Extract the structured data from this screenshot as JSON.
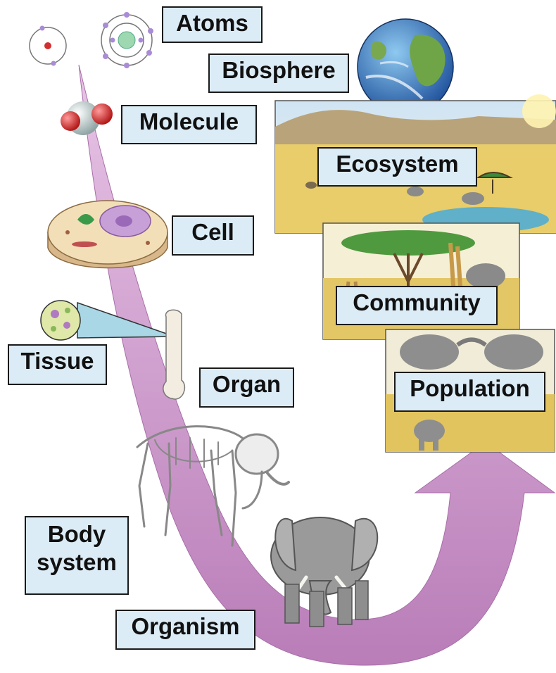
{
  "title": "",
  "levels": [
    {
      "key": "atoms",
      "label": "Atoms"
    },
    {
      "key": "molecule",
      "label": "Molecule"
    },
    {
      "key": "cell",
      "label": "Cell"
    },
    {
      "key": "tissue",
      "label": "Tissue"
    },
    {
      "key": "organ",
      "label": "Organ"
    },
    {
      "key": "body_system",
      "label": "Body\nsystem"
    },
    {
      "key": "organism",
      "label": "Organism"
    },
    {
      "key": "population",
      "label": "Population"
    },
    {
      "key": "community",
      "label": "Community"
    },
    {
      "key": "ecosystem",
      "label": "Ecosystem"
    },
    {
      "key": "biosphere",
      "label": "Biosphere"
    }
  ],
  "colors": {
    "arrow": "#c993c6",
    "label_fill": "#dcecf6",
    "label_border": "#1a1a1a"
  },
  "icons": [
    "atom-icon",
    "molecule-icon",
    "cell-icon",
    "tissue-icon",
    "bone-icon",
    "skeleton-icon",
    "elephant-icon",
    "elephant-herd-icon",
    "savanna-icon",
    "earth-icon"
  ]
}
